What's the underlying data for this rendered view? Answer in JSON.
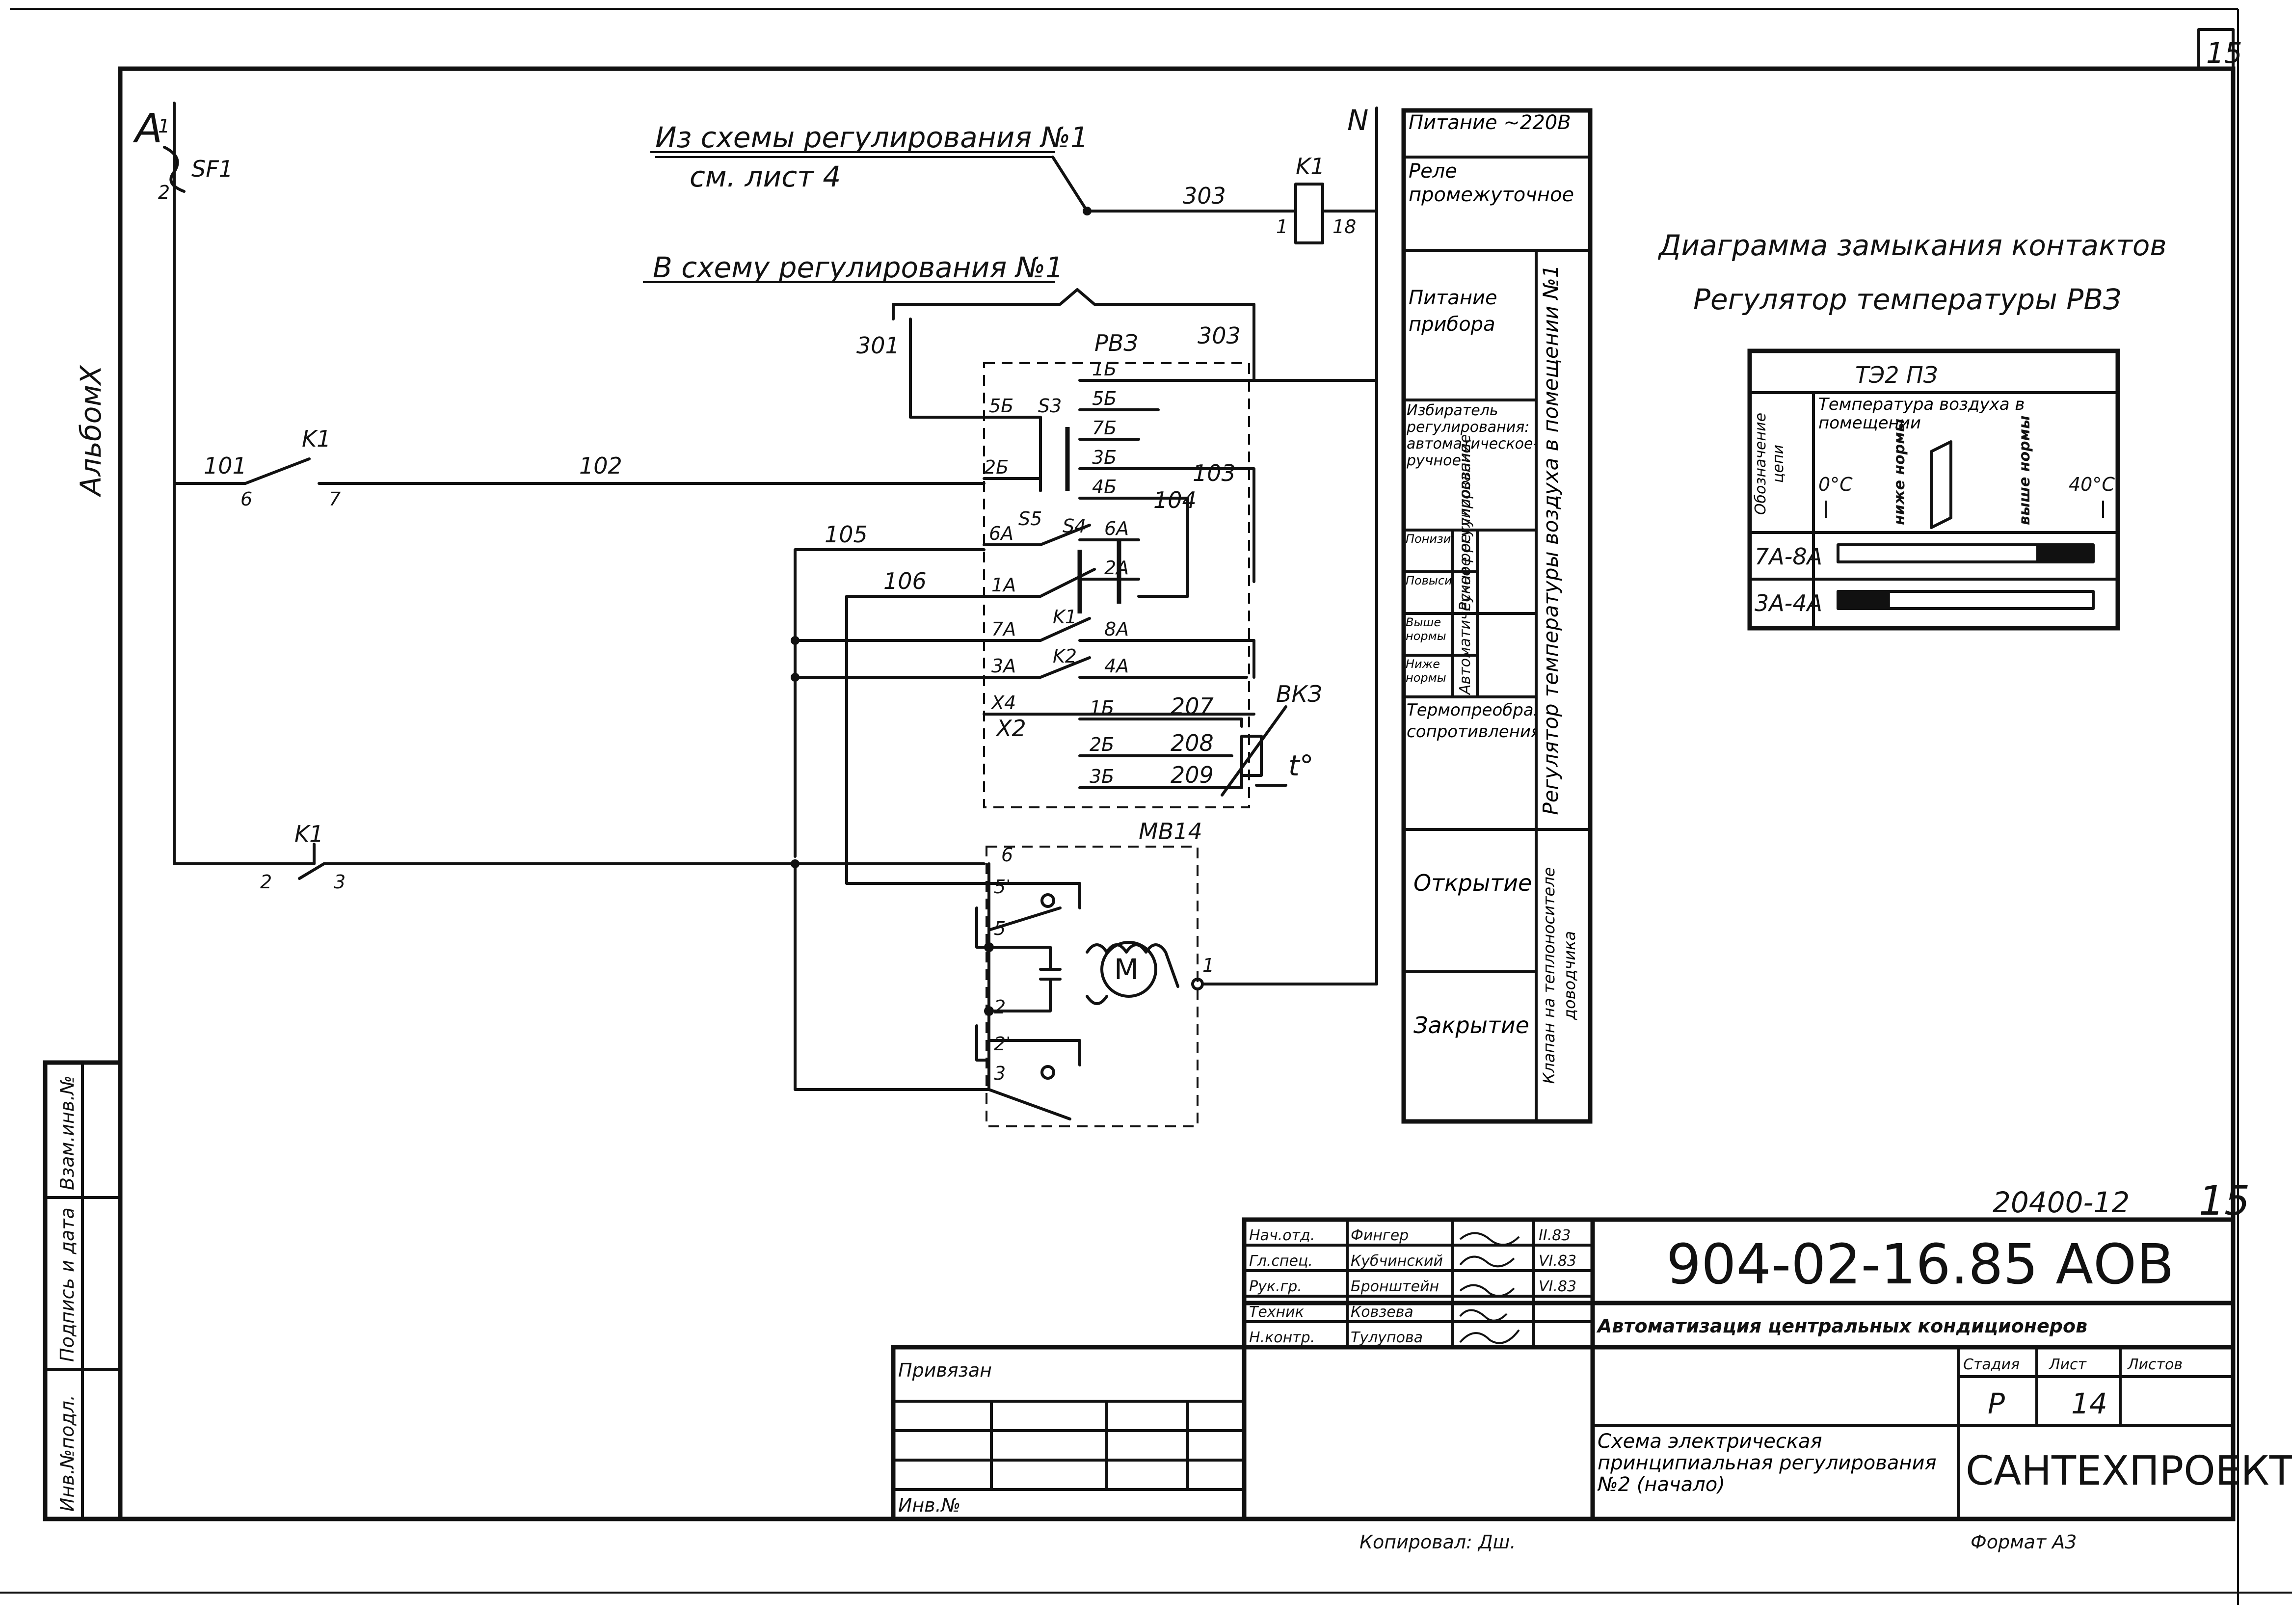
{
  "page": {
    "sheet_number": "15"
  },
  "left_margin": {
    "album": "АльбомХ",
    "stamp": [
      "Инв.№подл.",
      "Подпись и дата",
      "Взам.инв.№"
    ]
  },
  "diagram": {
    "labels": {
      "phase_a": "A",
      "neutral": "N",
      "breaker": "SF1",
      "from_scheme": "Из схемы регулирования №1",
      "see_sheet": "см. лист 4",
      "to_scheme": "В схему регулирования №1",
      "relay_k1": "K1",
      "contact_k2": "K2",
      "regulator": "РВЗ",
      "sensor": "ВКЗ",
      "actuator": "МВ14",
      "motor": "M",
      "temp_symbol": "t°",
      "connector_x2": "X2"
    },
    "wire_numbers": [
      "301",
      "303",
      "303",
      "101",
      "102",
      "103",
      "104",
      "105",
      "106",
      "207",
      "208",
      "209"
    ],
    "terminal_numbers": [
      "1",
      "2",
      "1",
      "18",
      "6",
      "7",
      "2",
      "3",
      "1",
      "2",
      "3",
      "5",
      "5'",
      "2'",
      "6"
    ],
    "regulator_terminals": [
      "1Б",
      "5Б",
      "5Б",
      "7Б",
      "3Б",
      "4Б",
      "2Б",
      "6А",
      "2А",
      "1А",
      "8А",
      "7А",
      "3А",
      "4А",
      "Х4",
      "1Б",
      "2Б",
      "3Б"
    ],
    "switch_labels": [
      "S3",
      "S5",
      "S4"
    ]
  },
  "legend_table": {
    "rows": [
      "Питание ~220В",
      "Реле промежуточное",
      "Питание прибора",
      "Избиратель регулирования: автоматическое-ручное",
      "Понизить",
      "Повысить",
      "Выше нормы",
      "Ниже нормы",
      "Термопреобразователь сопротивления",
      "Открытие",
      "Закрытие"
    ],
    "sub_labels": [
      "Ручное регулирование",
      "Автоматическое регулирование"
    ],
    "group_regulator": "Регулятор температуры воздуха в помещении №1",
    "group_valve": "Клапан на теплоносителе доводчика"
  },
  "contact_diagram": {
    "title": "Диаграмма замыкания контактов",
    "subtitle": "Регулятор температуры РВЗ",
    "header": "ТЭ2 ПЗ",
    "col_header": "Обозначение цепи",
    "temp_header": "Температура воздуха в помещении",
    "scale_min": "0°С",
    "scale_max": "40°С",
    "below_norm": "ниже нормы",
    "above_norm": "выше нормы",
    "rows": [
      {
        "circuit": "7А-8А",
        "closed_from": 0.78,
        "closed_to": 1.0
      },
      {
        "circuit": "3А-4А",
        "closed_from": 0.0,
        "closed_to": 0.2
      }
    ]
  },
  "title_block": {
    "sheet_right": "15",
    "archive_number": "20400-12",
    "designation": "904-02-16.85 АОВ",
    "project_title": "Автоматизация центральных кондиционеров",
    "drawing_title": "Схема электрическая принципиальная регулирования №2 (начало)",
    "organization": "САНТЕХПРОЕКТ",
    "stage_label": "Стадия",
    "sheet_label": "Лист",
    "sheets_label": "Листов",
    "stage_value": "Р",
    "sheet_value": "14",
    "sheets_value": "",
    "tied": "Привязан",
    "inv_no": "Инв.№",
    "people": [
      {
        "role": "Нач.отд.",
        "name": "Фингер",
        "date": "II.83"
      },
      {
        "role": "Гл.спец.",
        "name": "Кубчинский",
        "date": "VI.83"
      },
      {
        "role": "Рук.гр.",
        "name": "Бронштейн",
        "date": "VI.83"
      },
      {
        "role": "Техник",
        "name": "Ковзева",
        "date": ""
      },
      {
        "role": "Н.контр.",
        "name": "Тулупова",
        "date": ""
      }
    ],
    "copied": "Копировал: Дш.",
    "format": "Формат А3"
  }
}
